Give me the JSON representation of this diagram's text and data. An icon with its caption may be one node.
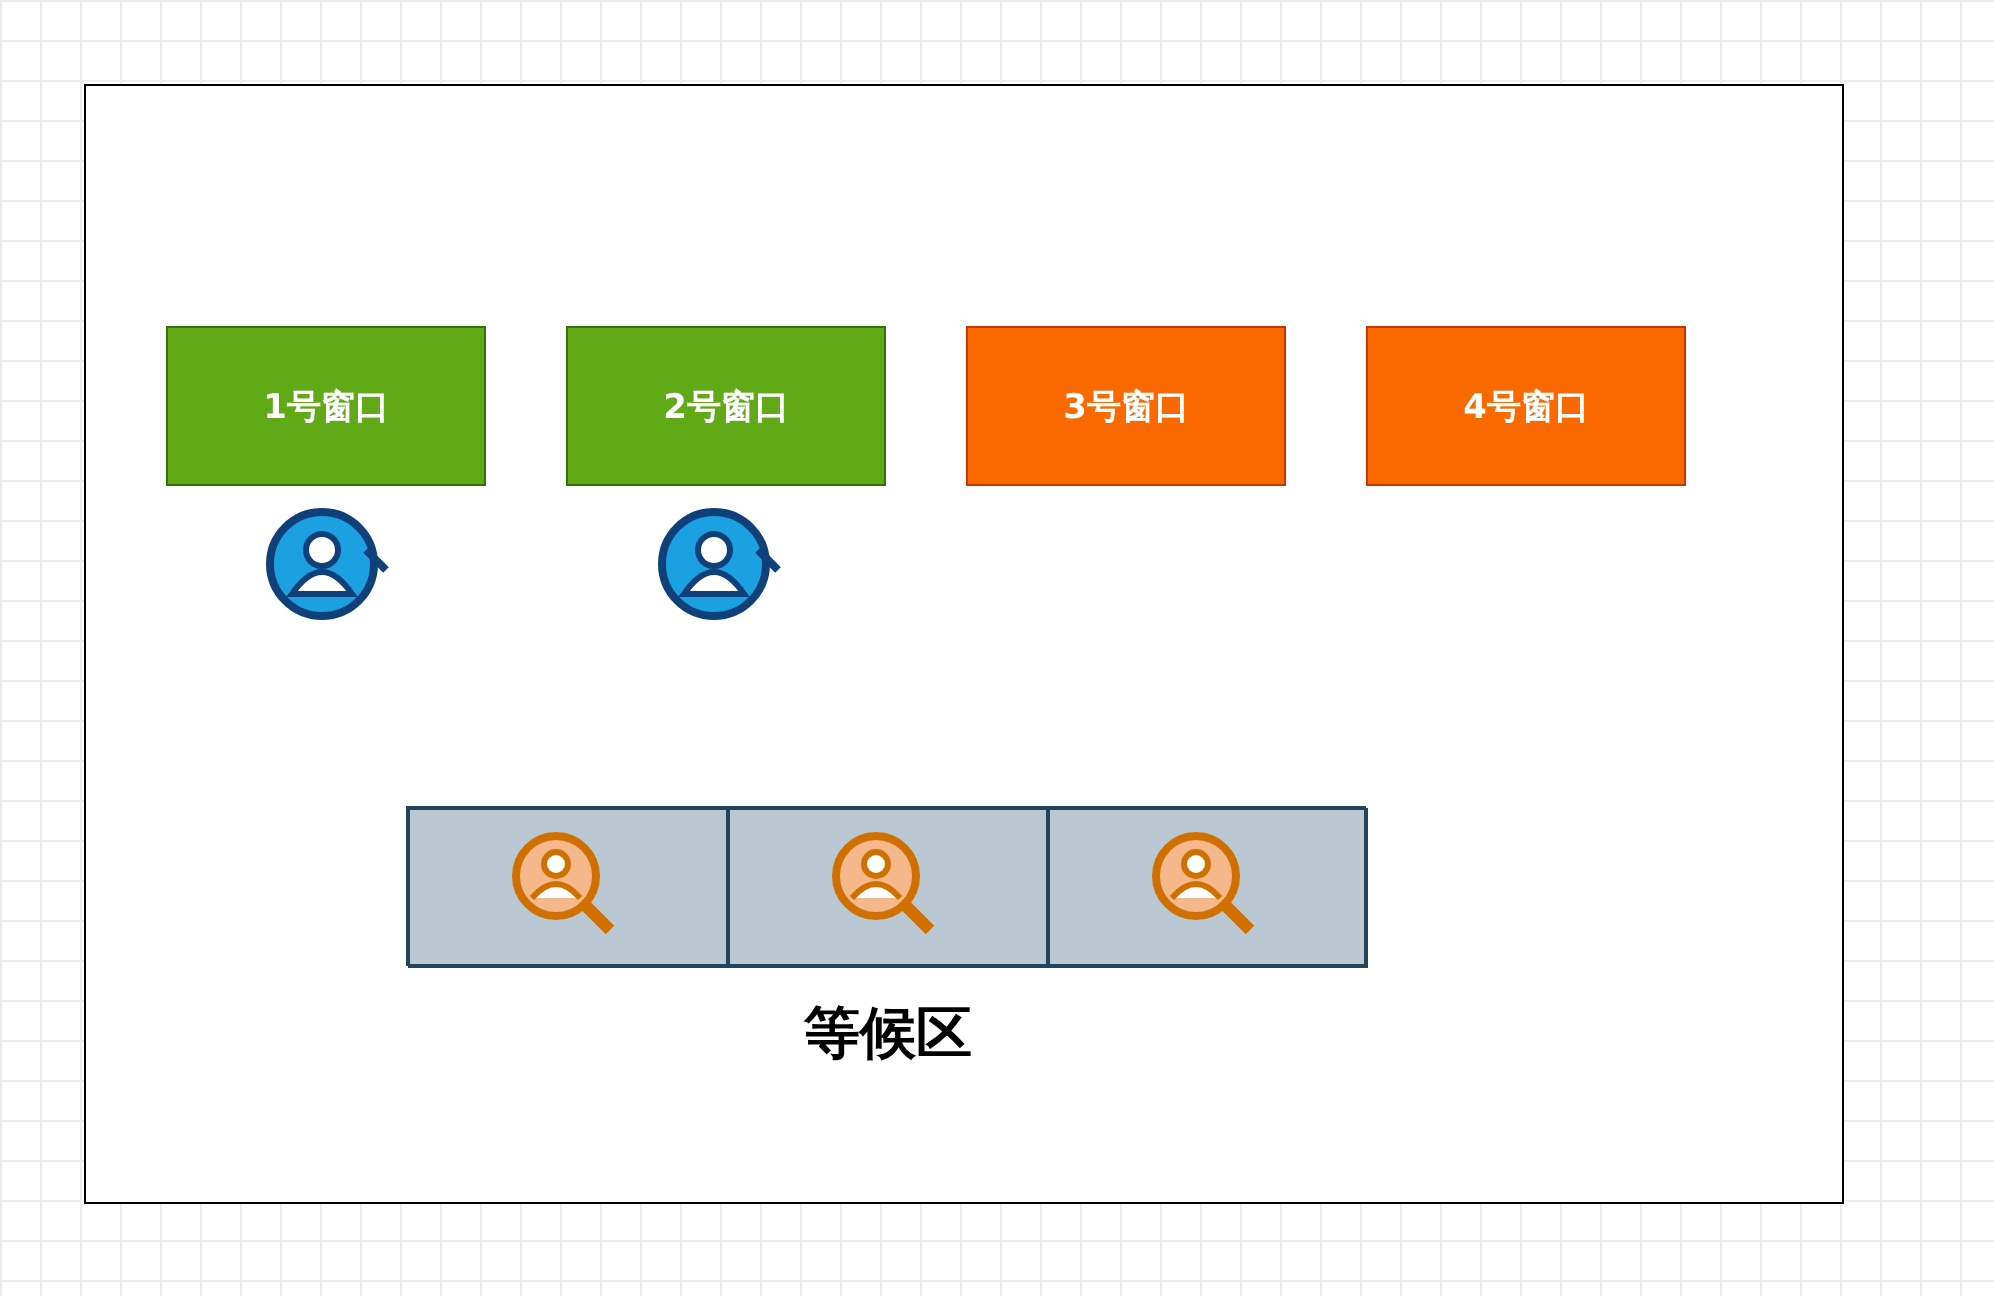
{
  "diagram": {
    "nodes": [
      {
        "text": [],
        "shape": "box"
      },
      {
        "text": [
          "1号窗口"
        ],
        "in": 0
      },
      {
        "text": [
          "2号窗口"
        ],
        "in": 0
      },
      {
        "text": [
          "3号窗口"
        ],
        "in": 0
      },
      {
        "text": [
          "4号窗口"
        ],
        "in": 0
      },
      {
        "text": [
          "等候区"
        ],
        "in": 0
      },
      {
        "text": [],
        "shape": "box",
        "in": 5
      },
      {
        "text": [],
        "shape": "box",
        "in": 5
      },
      {
        "text": [],
        "shape": "box",
        "in": 5
      }
    ],
    "edges": []
  }
}
